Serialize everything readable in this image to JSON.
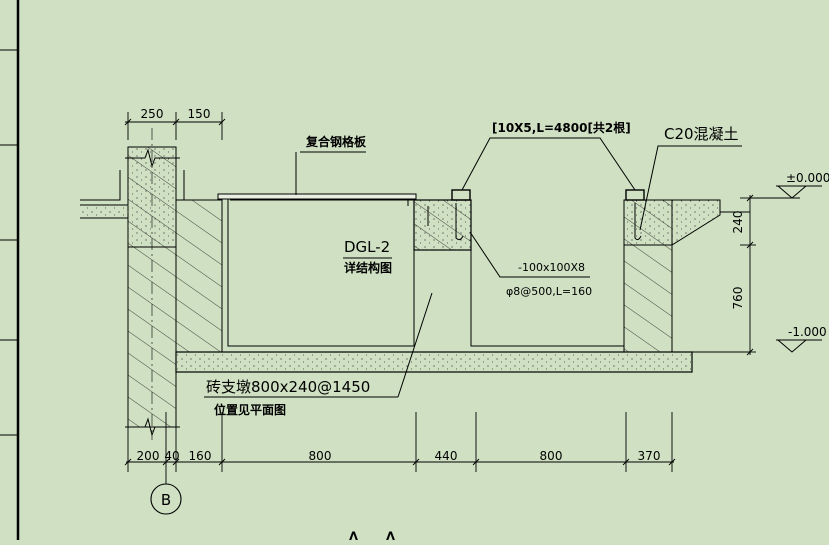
{
  "labels": {
    "steel_grating": "复合钢格板",
    "angle_steel": "[10X5,L=4800[共2根]",
    "concrete": "C20混凝土",
    "dgl": "DGL-2",
    "dgl_note": "详结构图",
    "plate": "-100x100X8",
    "rebar": "φ8@500,L=160",
    "pier": "砖支墩800x240@1450",
    "pier_note": "位置见平面图",
    "level_top": "±0.000",
    "level_bottom": "-1.000",
    "axis": "B",
    "section_title": "A—A"
  },
  "dimensions": {
    "top": [
      "250",
      "150"
    ],
    "right": [
      "240",
      "760"
    ],
    "bottom": [
      "200",
      "40",
      "160",
      "800",
      "440",
      "800",
      "370"
    ]
  }
}
